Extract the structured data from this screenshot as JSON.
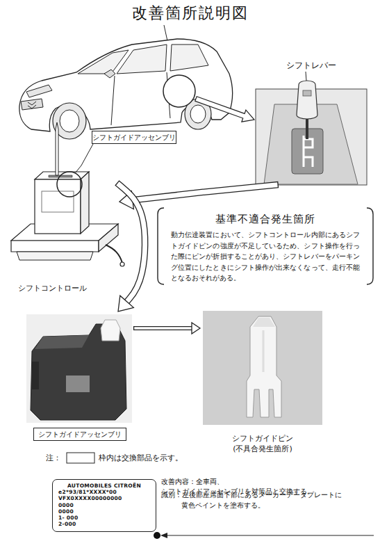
{
  "diagram": {
    "title": "改善箇所説明図",
    "nodes": [
      {
        "text": [
          "シフトレバー"
        ]
      },
      {
        "text": [
          "シフトガイドアッセンブリ"
        ]
      },
      {
        "text": [
          "シフトコントロール"
        ]
      },
      {
        "text": [
          "基準不適合発生箇所",
          "動力伝達装置において、シフトコントロール内部にあるシフトガイドピンの強度が不足しているため、シフト操作を行った際にピンが折損することがあり、シフトレバーをパーキング位置にしたときにシフト操作が出来なくなって、走行不能となるおそれがある。"
        ]
      },
      {
        "text": [
          "シフトガイドアッセンブリ"
        ]
      },
      {
        "text": [
          "シフトガイドピン (不具合発生箇所)"
        ]
      },
      {
        "text": [
          "AUTOMOBILES CITROËN",
          "e2*93/81*XXXX*00",
          "VFX0XXXX00000000",
          "0000",
          "0000",
          "1- 000",
          "2-000"
        ]
      }
    ],
    "edges": [
      {
        "from": 0,
        "to": 2,
        "arrow": "to"
      },
      {
        "from": 1,
        "to": 2,
        "arrow": "none"
      },
      {
        "from": 2,
        "to": 4,
        "arrow": "to"
      },
      {
        "from": 4,
        "to": 5,
        "arrow": "to"
      }
    ],
    "labels": [
      "注：",
      "枠内は交換部品を示す。",
      "改善内容：全車両、シフトガイドアッセンブリを対策品と交換する。",
      "識別：左後部座席面下部にあるメーカーデータプレートに 黄色ペイントを塗布する。"
    ]
  }
}
